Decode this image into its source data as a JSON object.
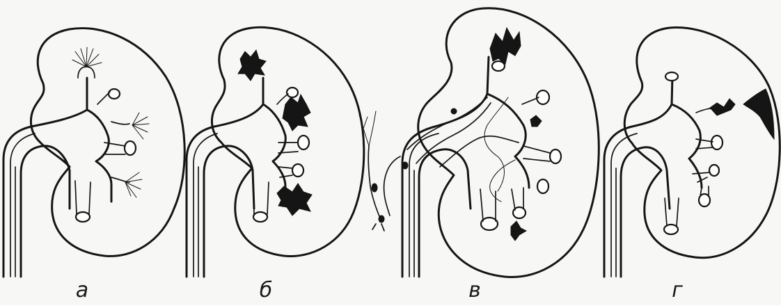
{
  "figure": {
    "panels": [
      {
        "id": "a",
        "label": "а"
      },
      {
        "id": "b",
        "label": "б"
      },
      {
        "id": "v",
        "label": "в"
      },
      {
        "id": "g",
        "label": "г"
      }
    ]
  },
  "colors": {
    "ink": "#151515",
    "paper": "#f7f7f5"
  }
}
